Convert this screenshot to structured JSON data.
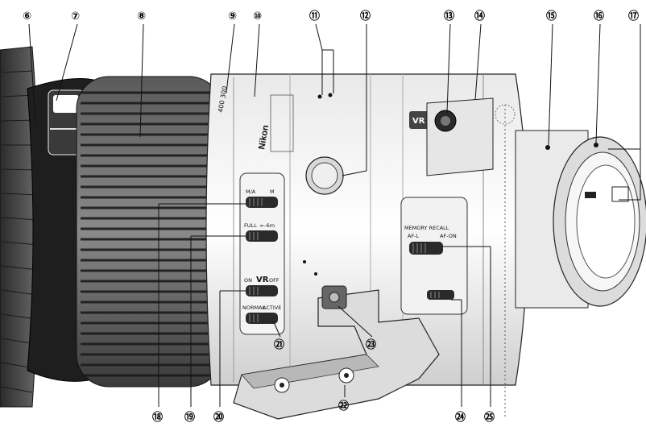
{
  "diagram": {
    "callouts": [
      {
        "id": "c6",
        "label": "⑥"
      },
      {
        "id": "c7",
        "label": "⑦"
      },
      {
        "id": "c8",
        "label": "⑧"
      },
      {
        "id": "c9",
        "label": "⑨"
      },
      {
        "id": "c10",
        "label": "⑩"
      },
      {
        "id": "c11",
        "label": "⑪"
      },
      {
        "id": "c12",
        "label": "⑫"
      },
      {
        "id": "c13",
        "label": "⑬"
      },
      {
        "id": "c14",
        "label": "⑭"
      },
      {
        "id": "c15",
        "label": "⑮"
      },
      {
        "id": "c16",
        "label": "⑯"
      },
      {
        "id": "c17",
        "label": "⑰"
      },
      {
        "id": "c18",
        "label": "⑱"
      },
      {
        "id": "c19",
        "label": "⑲"
      },
      {
        "id": "c20",
        "label": "⑳"
      },
      {
        "id": "c21",
        "label": "㉑"
      },
      {
        "id": "c22",
        "label": "㉒"
      },
      {
        "id": "c23",
        "label": "㉓"
      },
      {
        "id": "c24",
        "label": "㉔"
      },
      {
        "id": "c25",
        "label": "㉕"
      }
    ],
    "lens_markings": {
      "focal_scale": "400 300",
      "brand": "Nikon",
      "vr_badge": "VR",
      "switch_focus_mode": {
        "left": "M/A",
        "right": "M"
      },
      "switch_limit": {
        "left": "FULL",
        "right": "∞–6m"
      },
      "switch_vr": {
        "left": "ON",
        "mid": "VR",
        "right": "OFF"
      },
      "switch_vr_mode": {
        "left": "NORMAL",
        "right": "ACTIVE"
      },
      "memory_recall": "MEMORY RECALL",
      "af_switch": {
        "left": "AF-L",
        "right": "AF-ON"
      }
    }
  }
}
